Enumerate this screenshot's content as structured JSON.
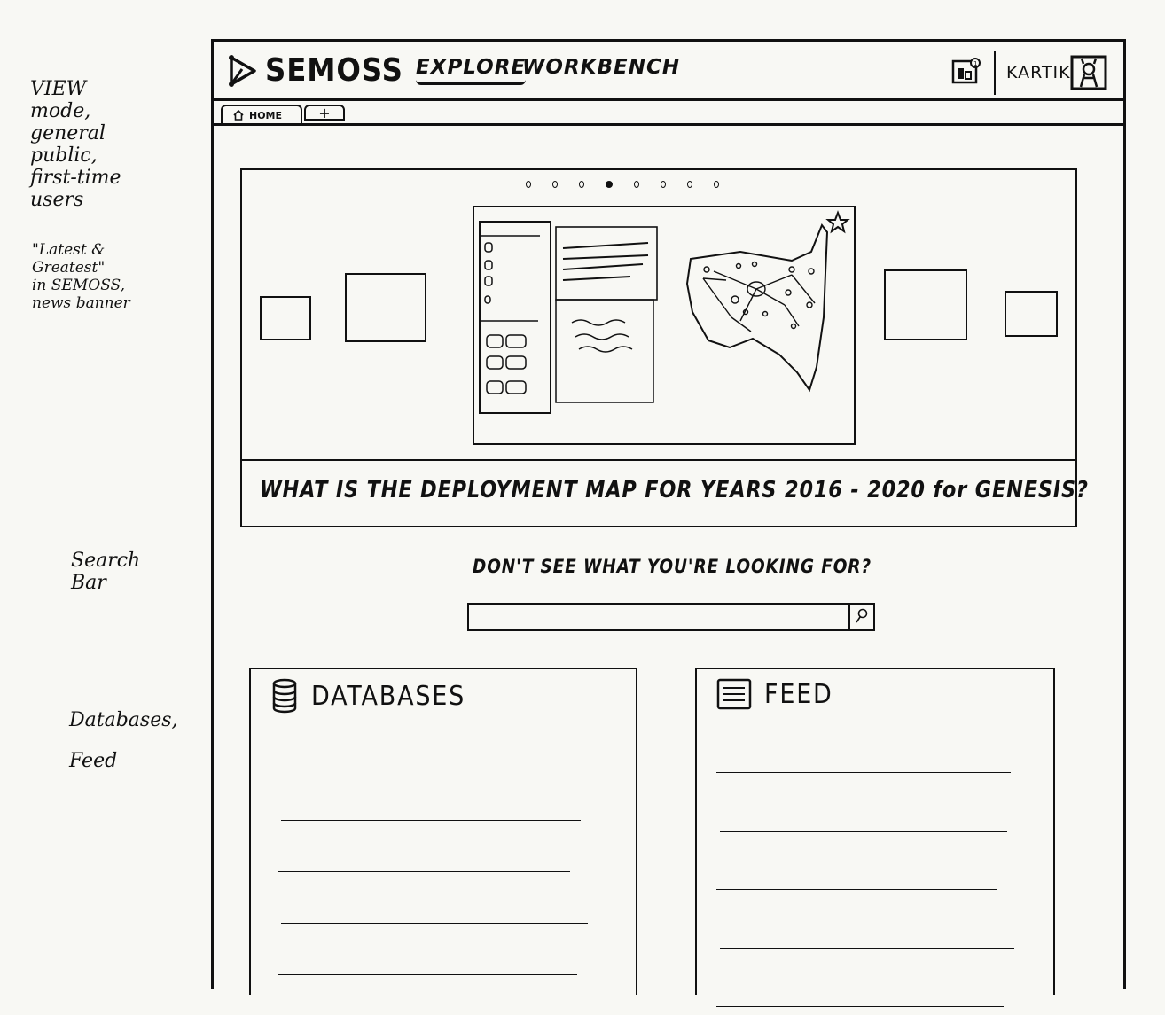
{
  "annotations": {
    "view_mode": "VIEW\n     mode,\ngeneral\n   public,\nfirst-time\n      users",
    "latest": "\"Latest &\nGreatest\"\nin SEMOSS,\nnews banner",
    "search": "Search\n   Bar",
    "databases_feed": "Databases,\nFeed"
  },
  "header": {
    "logo": "SEMOSS",
    "nav": {
      "explore": "EXPLORE",
      "workbench": "WORKBENCH"
    },
    "user": "KARTIK"
  },
  "tabs": {
    "home": "HOME",
    "add": "+"
  },
  "banner": {
    "slide_count": 8,
    "active_index": 3,
    "caption": "WHAT IS THE DEPLOYMENT MAP  FOR YEARS 2016 - 2020 for GENESIS?"
  },
  "search": {
    "prompt": "DON'T SEE WHAT YOU'RE LOOKING FOR?",
    "placeholder": ""
  },
  "databases": {
    "title": "DATABASES",
    "items": [
      "",
      "",
      "",
      "",
      ""
    ]
  },
  "feed": {
    "title": "FEED",
    "items": [
      "",
      "",
      "",
      "",
      ""
    ]
  }
}
